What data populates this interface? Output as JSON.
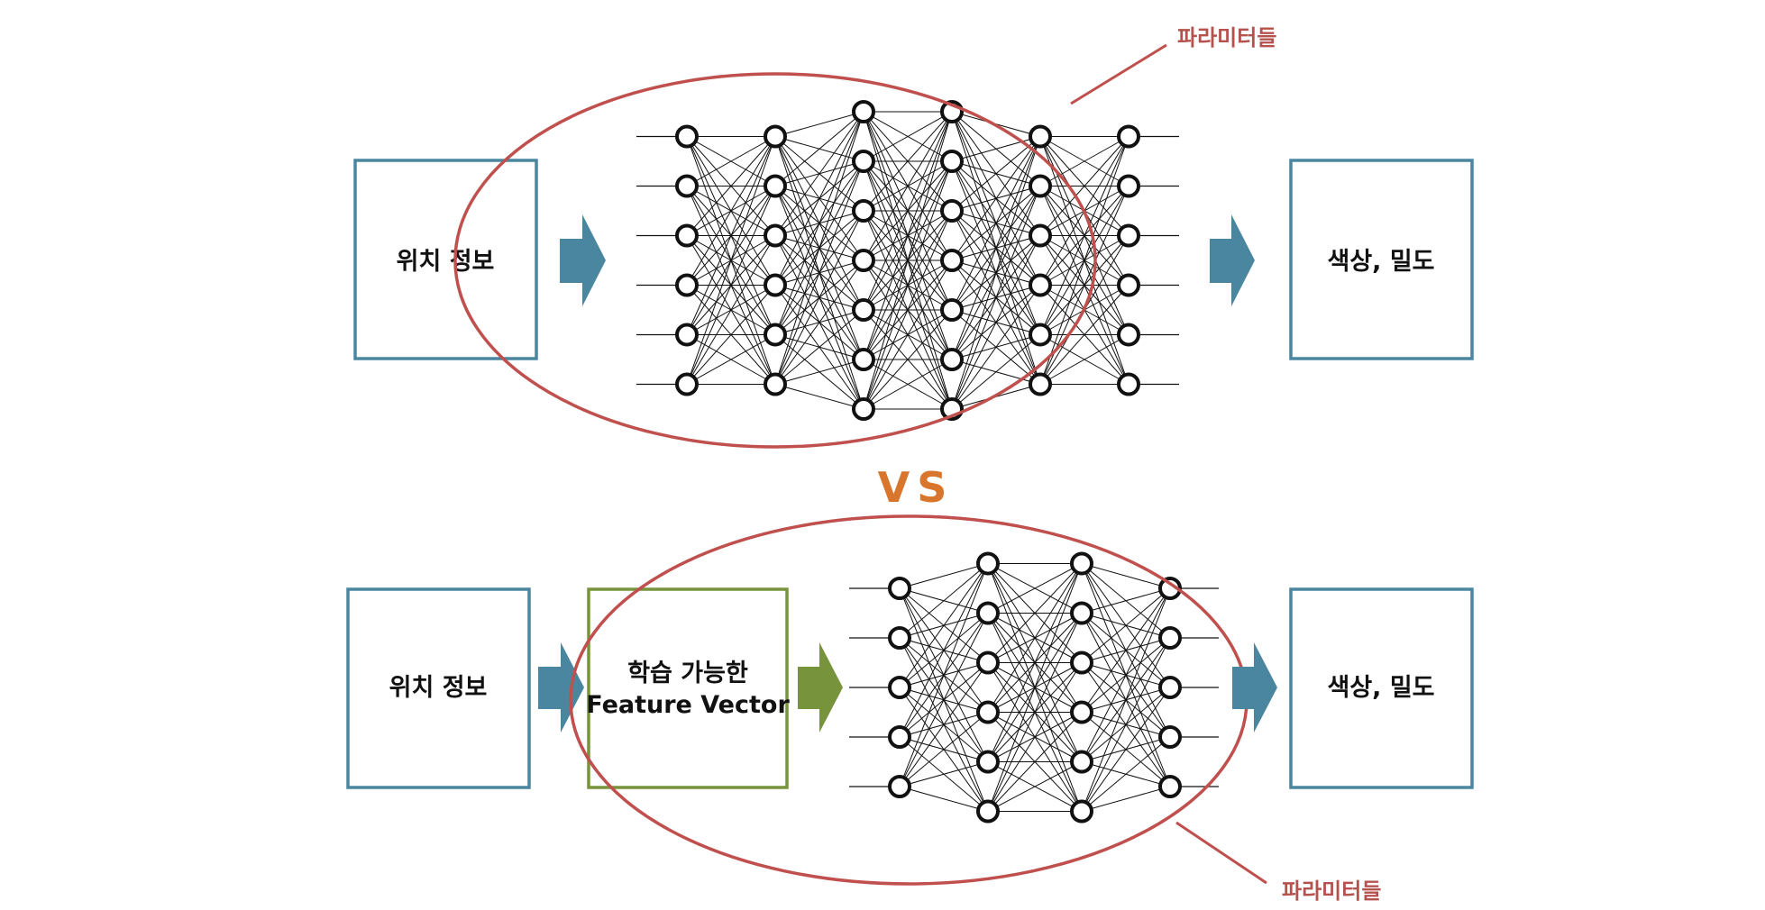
{
  "colors": {
    "box_border": "#4a86a0",
    "arrow_blue": "#4a86a0",
    "feature_border": "#77933c",
    "arrow_green": "#77933c",
    "ellipse": "#c0504d",
    "callout_text": "#b5524e",
    "vs": "#d9762e",
    "network": "#111111"
  },
  "top": {
    "input_label": "위치 정보",
    "output_label": "색상, 밀도",
    "params_label": "파라미터들",
    "network_layers": [
      6,
      6,
      7,
      7,
      6,
      6
    ]
  },
  "vs_label": "VS",
  "bottom": {
    "input_label": "위치 정보",
    "feature_label_line1": "학습 가능한",
    "feature_label_line2": "Feature Vector",
    "output_label": "색상, 밀도",
    "params_label": "파라미터들",
    "network_layers": [
      5,
      6,
      6,
      5
    ]
  }
}
